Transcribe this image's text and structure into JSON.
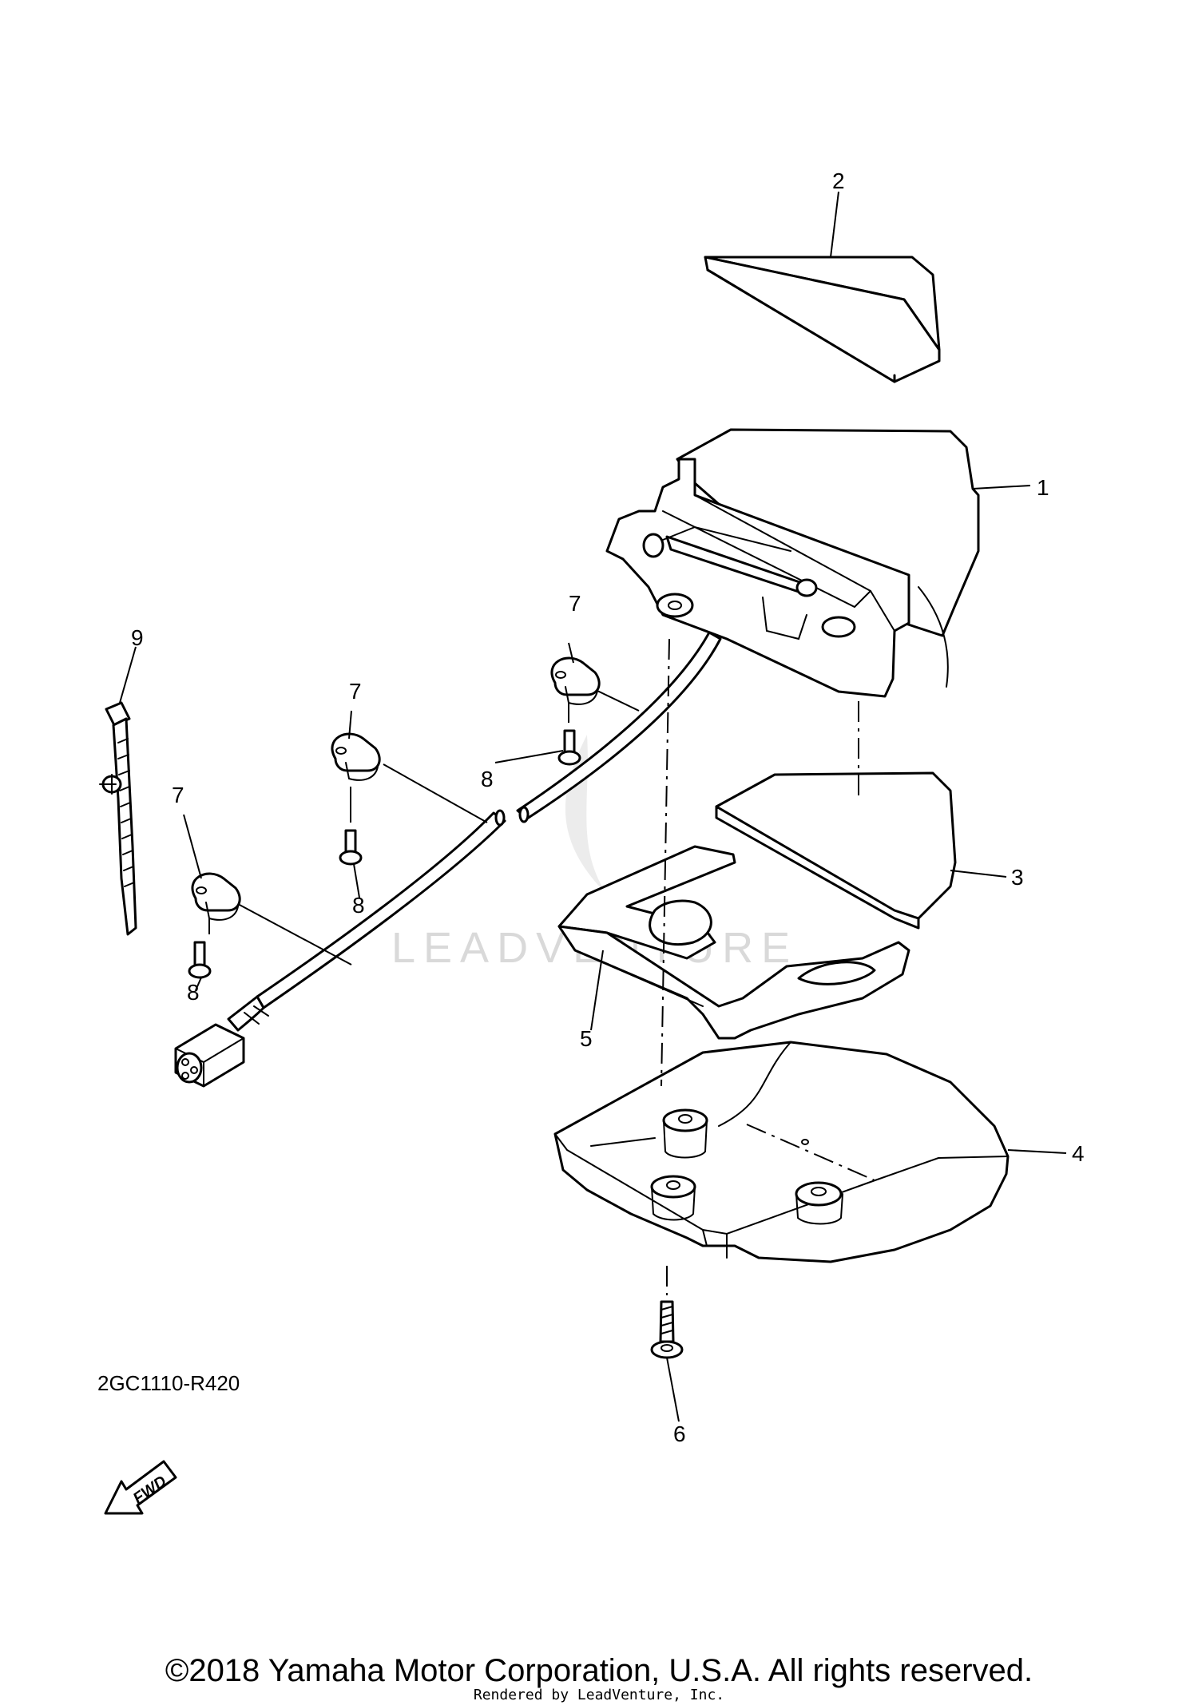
{
  "diagram": {
    "callouts": [
      "1",
      "2",
      "3",
      "4",
      "5",
      "6",
      "7",
      "7",
      "7",
      "8",
      "8",
      "8",
      "9"
    ],
    "fwd_label": "FWD",
    "watermark": "LEADVENTURE",
    "reference_code": "2GC1110-R420"
  },
  "footer": {
    "copyright": "©2018 Yamaha Motor Corporation, U.S.A. All rights reserved.",
    "rendered_by": "Rendered by LeadVenture, Inc."
  }
}
